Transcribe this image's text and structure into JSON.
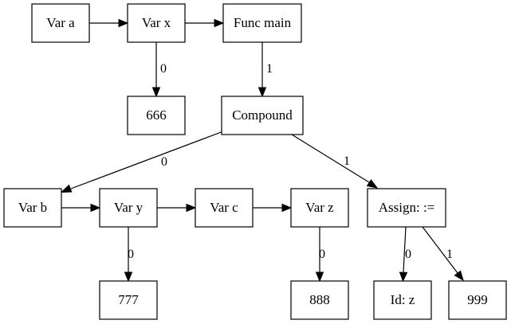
{
  "nodes": {
    "var_a": "Var a",
    "var_x": "Var x",
    "func_main": "Func main",
    "n666": "666",
    "compound": "Compound",
    "var_b": "Var b",
    "var_y": "Var y",
    "var_c": "Var c",
    "var_z": "Var z",
    "assign": "Assign: :=",
    "n777": "777",
    "n888": "888",
    "id_z": "Id: z",
    "n999": "999"
  },
  "edge_labels": {
    "x_to_666": "0",
    "main_to_compound": "1",
    "compound_to_b": "0",
    "compound_to_assign": "1",
    "y_to_777": "0",
    "z_to_888": "0",
    "assign_to_id": "0",
    "assign_to_999": "1"
  },
  "colors": {
    "stroke": "#000000",
    "fill": "#ffffff"
  }
}
